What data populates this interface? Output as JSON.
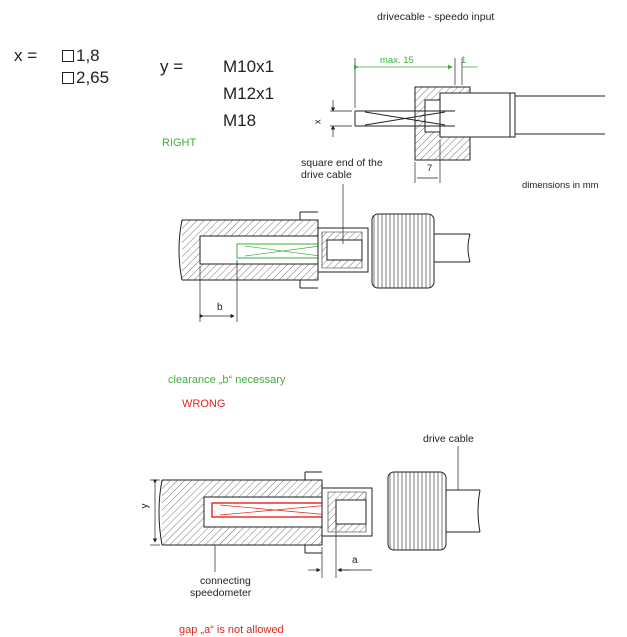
{
  "header": {
    "title": "drivecable  -  speedo input"
  },
  "x_spec": {
    "label": "x =",
    "values": [
      "1,8",
      "2,65"
    ]
  },
  "y_spec": {
    "label": "y =",
    "values": [
      "M10x1",
      "M12x1",
      "M18"
    ]
  },
  "top_dims": {
    "max15": "max. 15",
    "one": "1",
    "x": "x",
    "seven": "7",
    "units": "dimensions in mm"
  },
  "right": {
    "title": "RIGHT",
    "callout": "square end of the drive cable",
    "callout_l1": "square end of the",
    "callout_l2": "drive cable",
    "dim_b": "b",
    "note": "clearance „b“ necessary"
  },
  "wrong": {
    "title": "WRONG",
    "callout": "drive cable",
    "dim_y": "y",
    "dim_a": "a",
    "label_l1": "connecting",
    "label_l2": "speedometer",
    "note": "gap „a“ is not allowed"
  },
  "colors": {
    "ok": "#3fae3f",
    "bad": "#e3261b",
    "line": "#222222"
  }
}
